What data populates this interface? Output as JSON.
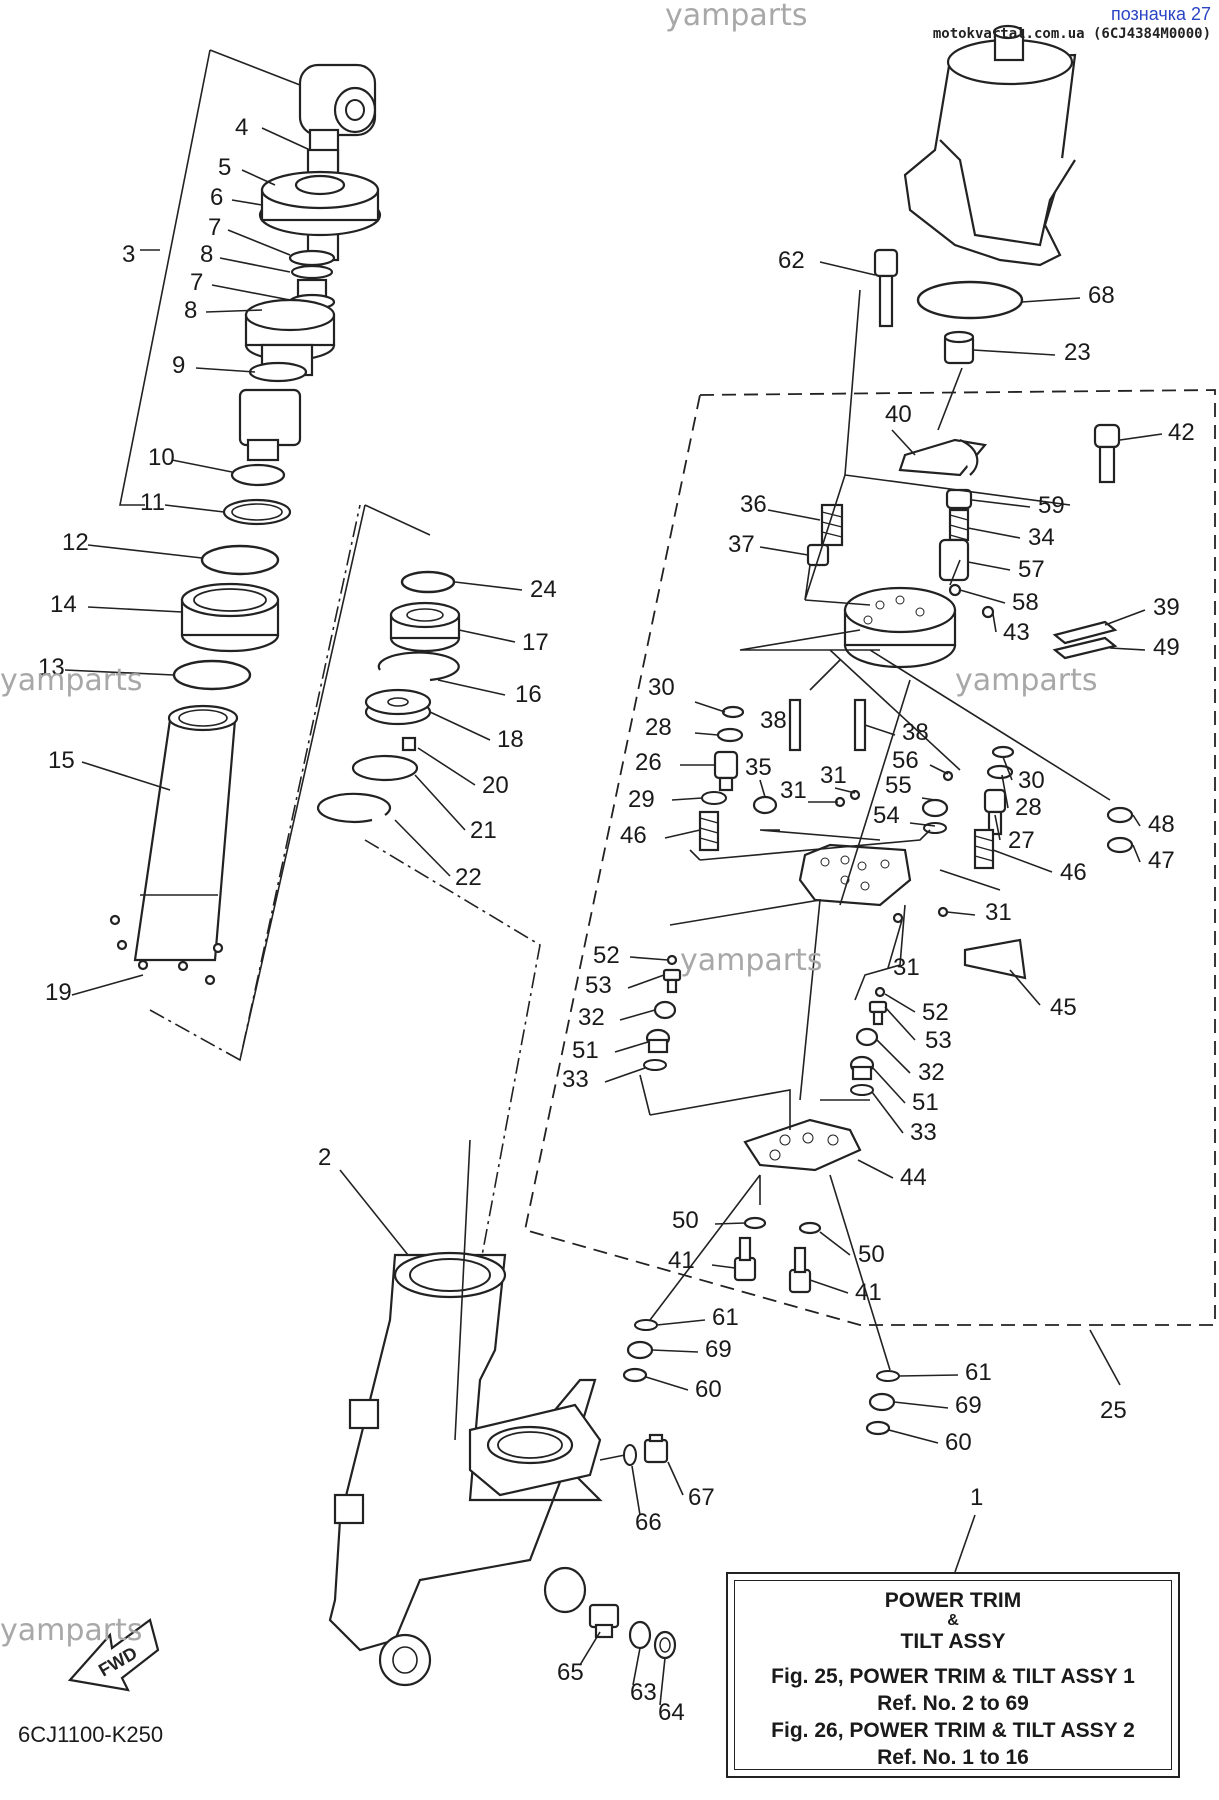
{
  "header": {
    "reference": "позначка 27",
    "site_code": "motokvartal.com.ua (6CJ4384M0000)"
  },
  "watermarks": [
    "yamparts",
    "yamparts",
    "yamparts",
    "yamparts",
    "yamparts",
    "yamparts"
  ],
  "diagram_code": "6CJ1100-K250",
  "fwd_label": "FWD",
  "part_labels": [
    "4",
    "5",
    "6",
    "7",
    "8",
    "7",
    "8",
    "3",
    "9",
    "10",
    "11",
    "12",
    "14",
    "13",
    "15",
    "19",
    "24",
    "17",
    "16",
    "18",
    "20",
    "21",
    "22",
    "2",
    "62",
    "68",
    "23",
    "40",
    "42",
    "36",
    "59",
    "37",
    "34",
    "57",
    "58",
    "43",
    "39",
    "49",
    "30",
    "28",
    "38",
    "38",
    "56",
    "30",
    "28",
    "26",
    "35",
    "31",
    "31",
    "55",
    "29",
    "46",
    "54",
    "27",
    "48",
    "47",
    "46",
    "31",
    "52",
    "53",
    "31",
    "45",
    "32",
    "51",
    "33",
    "52",
    "53",
    "32",
    "51",
    "33",
    "44",
    "50",
    "50",
    "41",
    "41",
    "61",
    "69",
    "60",
    "61",
    "69",
    "60",
    "25",
    "1",
    "66",
    "67",
    "65",
    "63",
    "64"
  ],
  "ref_box": {
    "title_line1": "POWER TRIM",
    "ampersand": "&",
    "title_line2": "TILT ASSY",
    "fig1": "Fig. 25, POWER TRIM & TILT ASSY 1",
    "fig1_ref": "Ref. No. 2 to 69",
    "fig2": "Fig. 26, POWER TRIM & TILT ASSY 2",
    "fig2_ref": "Ref. No. 1 to 16"
  }
}
